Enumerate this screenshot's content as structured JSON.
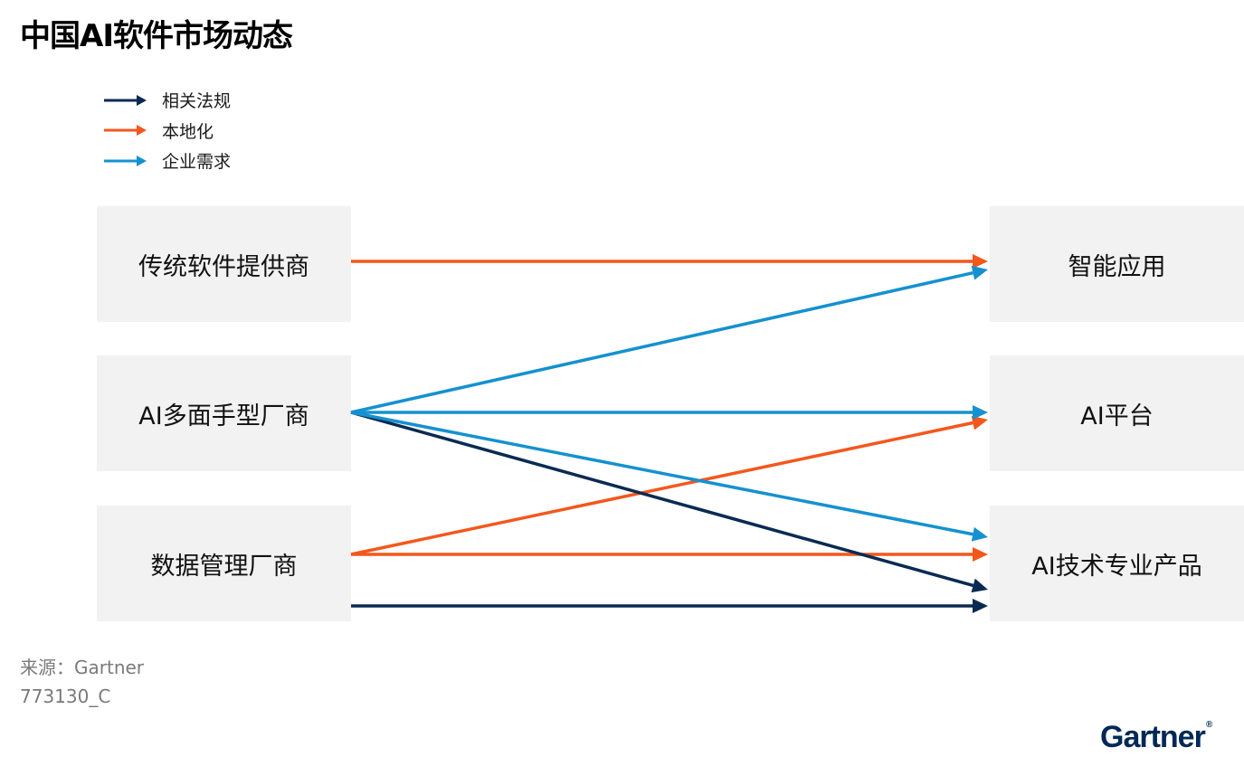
{
  "title": "中国AI软件市场动态",
  "legend": [
    {
      "label": "相关法规",
      "color": "#0a2a52"
    },
    {
      "label": "本地化",
      "color": "#f4571c"
    },
    {
      "label": "企业需求",
      "color": "#1591d0"
    }
  ],
  "sources": [
    {
      "id": "traditional",
      "label": "传统软件提供商"
    },
    {
      "id": "versatile",
      "label": "AI多面手型厂商"
    },
    {
      "id": "data",
      "label": "数据管理厂商"
    }
  ],
  "targets": [
    {
      "id": "apps",
      "label": "智能应用"
    },
    {
      "id": "platform",
      "label": "AI平台"
    },
    {
      "id": "specialized",
      "label": "AI技术专业产品"
    }
  ],
  "connections": [
    {
      "from": "traditional",
      "to": "apps",
      "type": "本地化"
    },
    {
      "from": "versatile",
      "to": "apps",
      "type": "企业需求"
    },
    {
      "from": "versatile",
      "to": "platform",
      "type": "企业需求"
    },
    {
      "from": "versatile",
      "to": "specialized",
      "type": "企业需求"
    },
    {
      "from": "versatile",
      "to": "specialized",
      "type": "相关法规"
    },
    {
      "from": "data",
      "to": "platform",
      "type": "本地化"
    },
    {
      "from": "data",
      "to": "specialized",
      "type": "本地化"
    },
    {
      "from": "data",
      "to": "specialized",
      "type": "相关法规"
    }
  ],
  "footer": {
    "source": "来源：Gartner",
    "figure_id": "773130_C"
  },
  "logo": {
    "text": "Gartner",
    "mark": "®"
  }
}
